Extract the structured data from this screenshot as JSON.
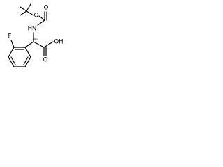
{
  "molecule": {
    "atoms": {
      "oxygen_tbu": "O",
      "oxygen_carbonyl_boc": "O",
      "nitrogen": "HN",
      "oxygen_carbonyl_acid": "O",
      "hydroxyl": "OH",
      "fluorine": "F"
    },
    "stereo_label": "Abs"
  }
}
